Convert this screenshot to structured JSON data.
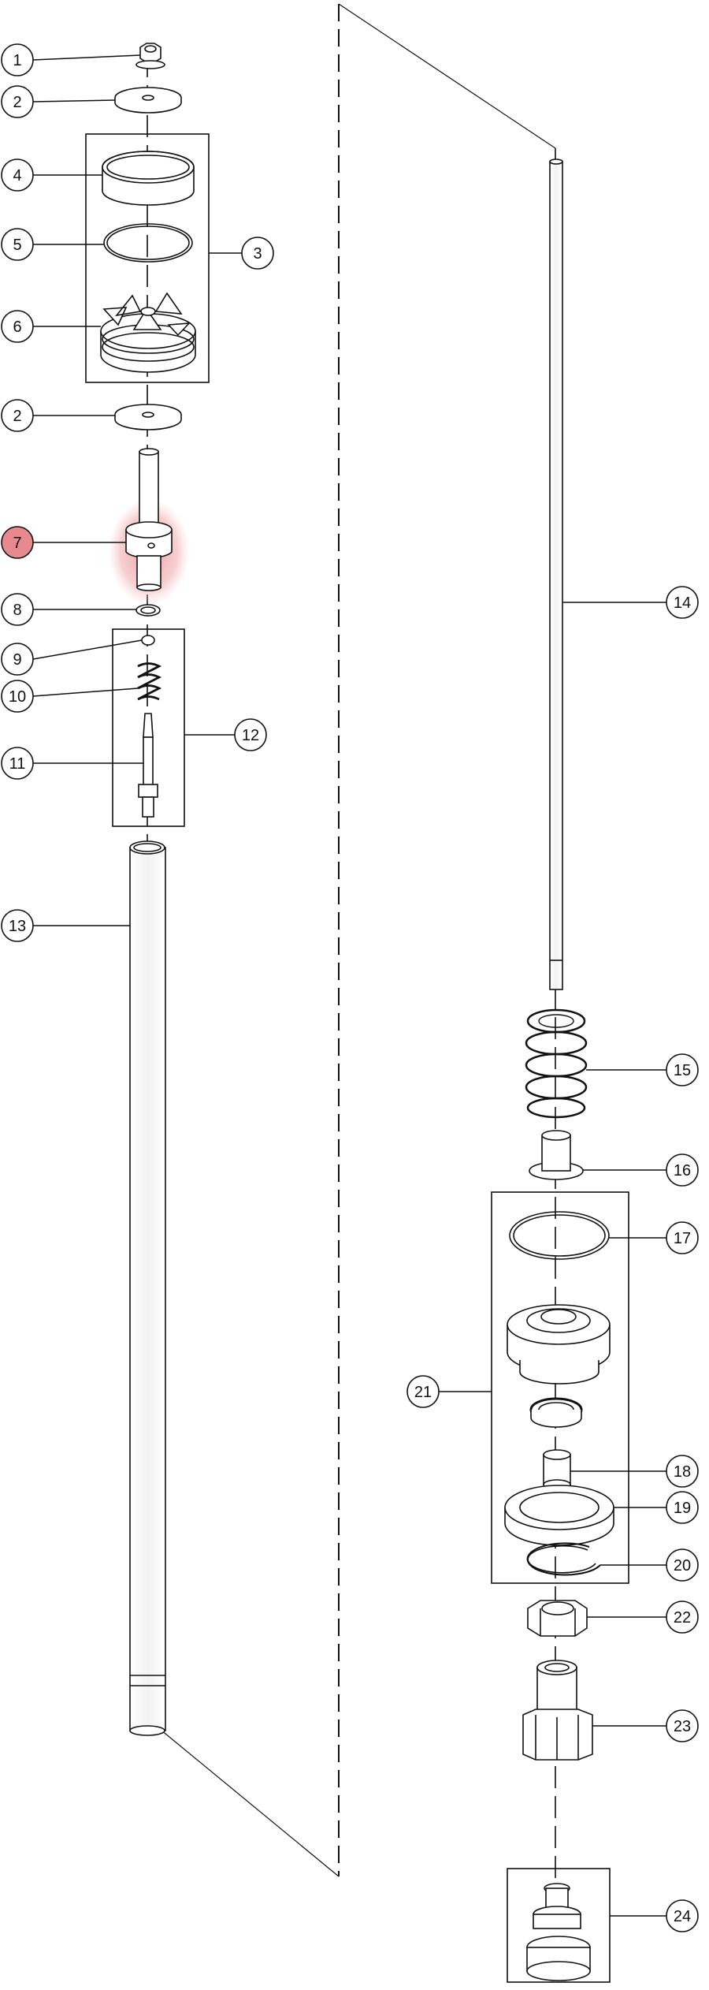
{
  "diagram": {
    "type": "exploded-parts-view",
    "highlighted_callout": "7",
    "highlight_color": "#e8898f",
    "line_color": "#111111",
    "callouts": [
      {
        "id": "c1",
        "label": "1"
      },
      {
        "id": "c2a",
        "label": "2"
      },
      {
        "id": "c3",
        "label": "3"
      },
      {
        "id": "c4",
        "label": "4"
      },
      {
        "id": "c5",
        "label": "5"
      },
      {
        "id": "c6",
        "label": "6"
      },
      {
        "id": "c2b",
        "label": "2"
      },
      {
        "id": "c7",
        "label": "7"
      },
      {
        "id": "c8",
        "label": "8"
      },
      {
        "id": "c9",
        "label": "9"
      },
      {
        "id": "c10",
        "label": "10"
      },
      {
        "id": "c11",
        "label": "11"
      },
      {
        "id": "c12",
        "label": "12"
      },
      {
        "id": "c13",
        "label": "13"
      },
      {
        "id": "c14",
        "label": "14"
      },
      {
        "id": "c15",
        "label": "15"
      },
      {
        "id": "c16",
        "label": "16"
      },
      {
        "id": "c17",
        "label": "17"
      },
      {
        "id": "c21",
        "label": "21"
      },
      {
        "id": "c18",
        "label": "18"
      },
      {
        "id": "c19",
        "label": "19"
      },
      {
        "id": "c20",
        "label": "20"
      },
      {
        "id": "c22",
        "label": "22"
      },
      {
        "id": "c23",
        "label": "23"
      },
      {
        "id": "c24",
        "label": "24"
      }
    ]
  }
}
